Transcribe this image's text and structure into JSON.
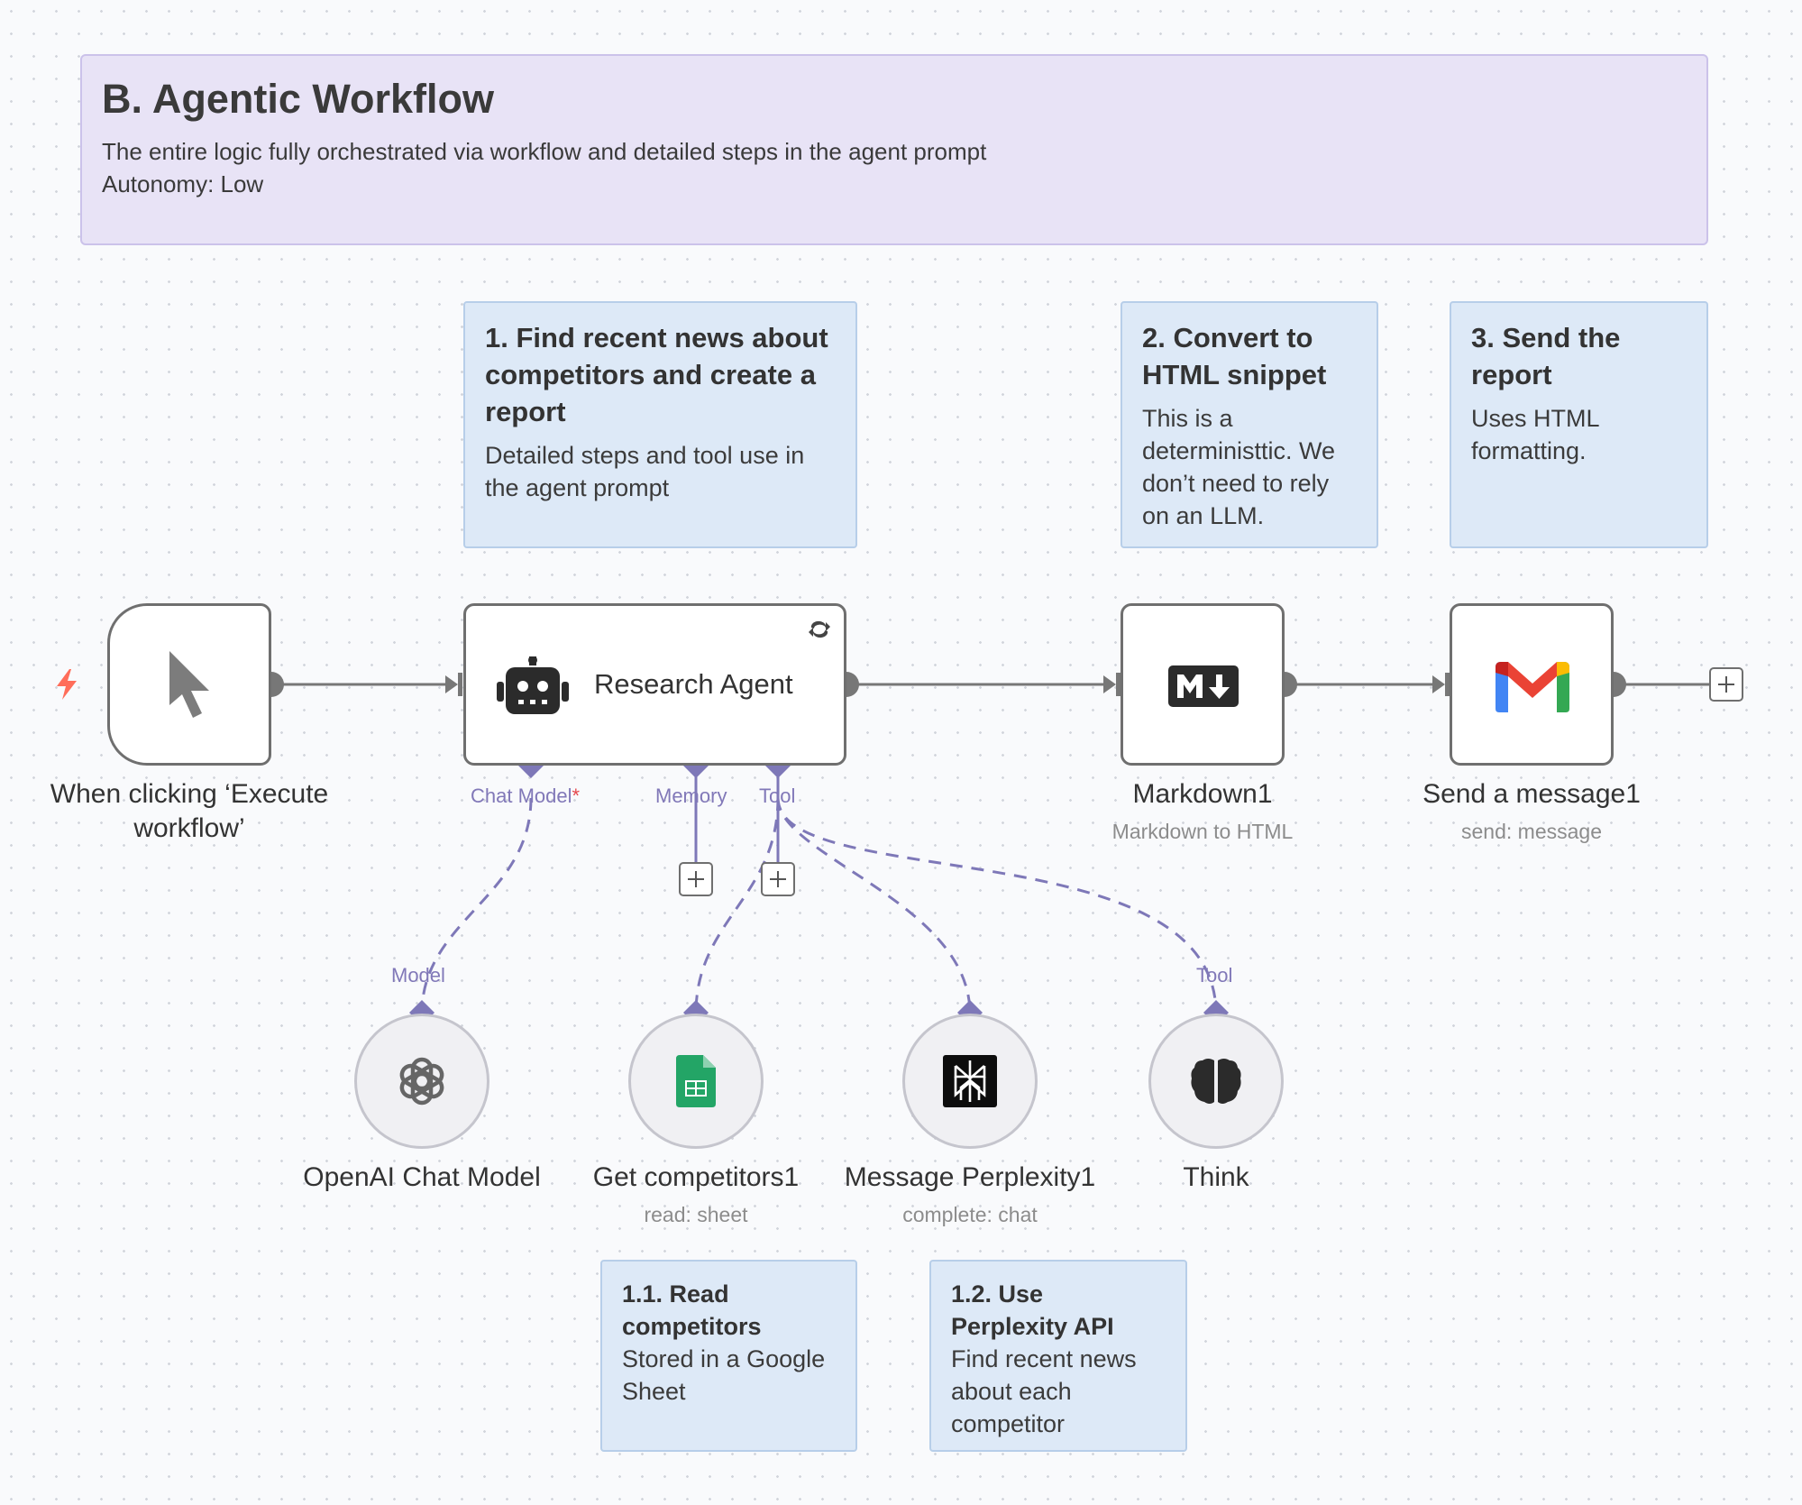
{
  "group": {
    "title": "B. Agentic Workflow",
    "description_line1": "The entire logic fully orchestrated via workflow and detailed steps in the agent prompt",
    "description_line2": "Autonomy: Low"
  },
  "notes": [
    {
      "title": "1. Find recent news about competitors and create a report",
      "body": "Detailed steps and tool use in the agent prompt"
    },
    {
      "title": "2. Convert to HTML snippet",
      "body": "This is a deterministtic. We don’t need to rely on an LLM."
    },
    {
      "title": "3. Send the report",
      "body": "Uses HTML formatting."
    },
    {
      "title": "1.1. Read competitors",
      "body": "Stored in a Google Sheet"
    },
    {
      "title": "1.2. Use Perplexity API",
      "body": "Find recent news about each competitor"
    }
  ],
  "nodes": {
    "trigger": {
      "label": "When clicking ‘Execute workflow’",
      "icon": "cursor-icon"
    },
    "agent": {
      "label": "Research Agent",
      "icon": "robot-icon"
    },
    "markdown": {
      "label": "Markdown1",
      "subtitle": "Markdown to HTML",
      "icon": "markdown-icon"
    },
    "gmail": {
      "label": "Send a message1",
      "subtitle": "send: message",
      "icon": "gmail-icon"
    },
    "openai": {
      "label": "OpenAI Chat Model",
      "icon": "openai-icon"
    },
    "sheets": {
      "label": "Get competitors1",
      "subtitle": "read: sheet",
      "icon": "google-sheets-icon"
    },
    "perplexity": {
      "label": "Message Perplexity1",
      "subtitle": "complete: chat",
      "icon": "perplexity-icon"
    },
    "think": {
      "label": "Think",
      "icon": "brain-icon"
    }
  },
  "ports": {
    "chat_model": "Chat Model",
    "chat_model_required": "*",
    "memory": "Memory",
    "tool": "Tool",
    "model_in": "Model",
    "tool_in": "Tool"
  },
  "colors": {
    "accent_purple": "#7e78b8",
    "wire": "#777777",
    "trigger_bolt": "#ff6d5a",
    "note_bg": "#dde9f7",
    "group_bg": "#e8e3f6",
    "sheets_green": "#23a566"
  }
}
